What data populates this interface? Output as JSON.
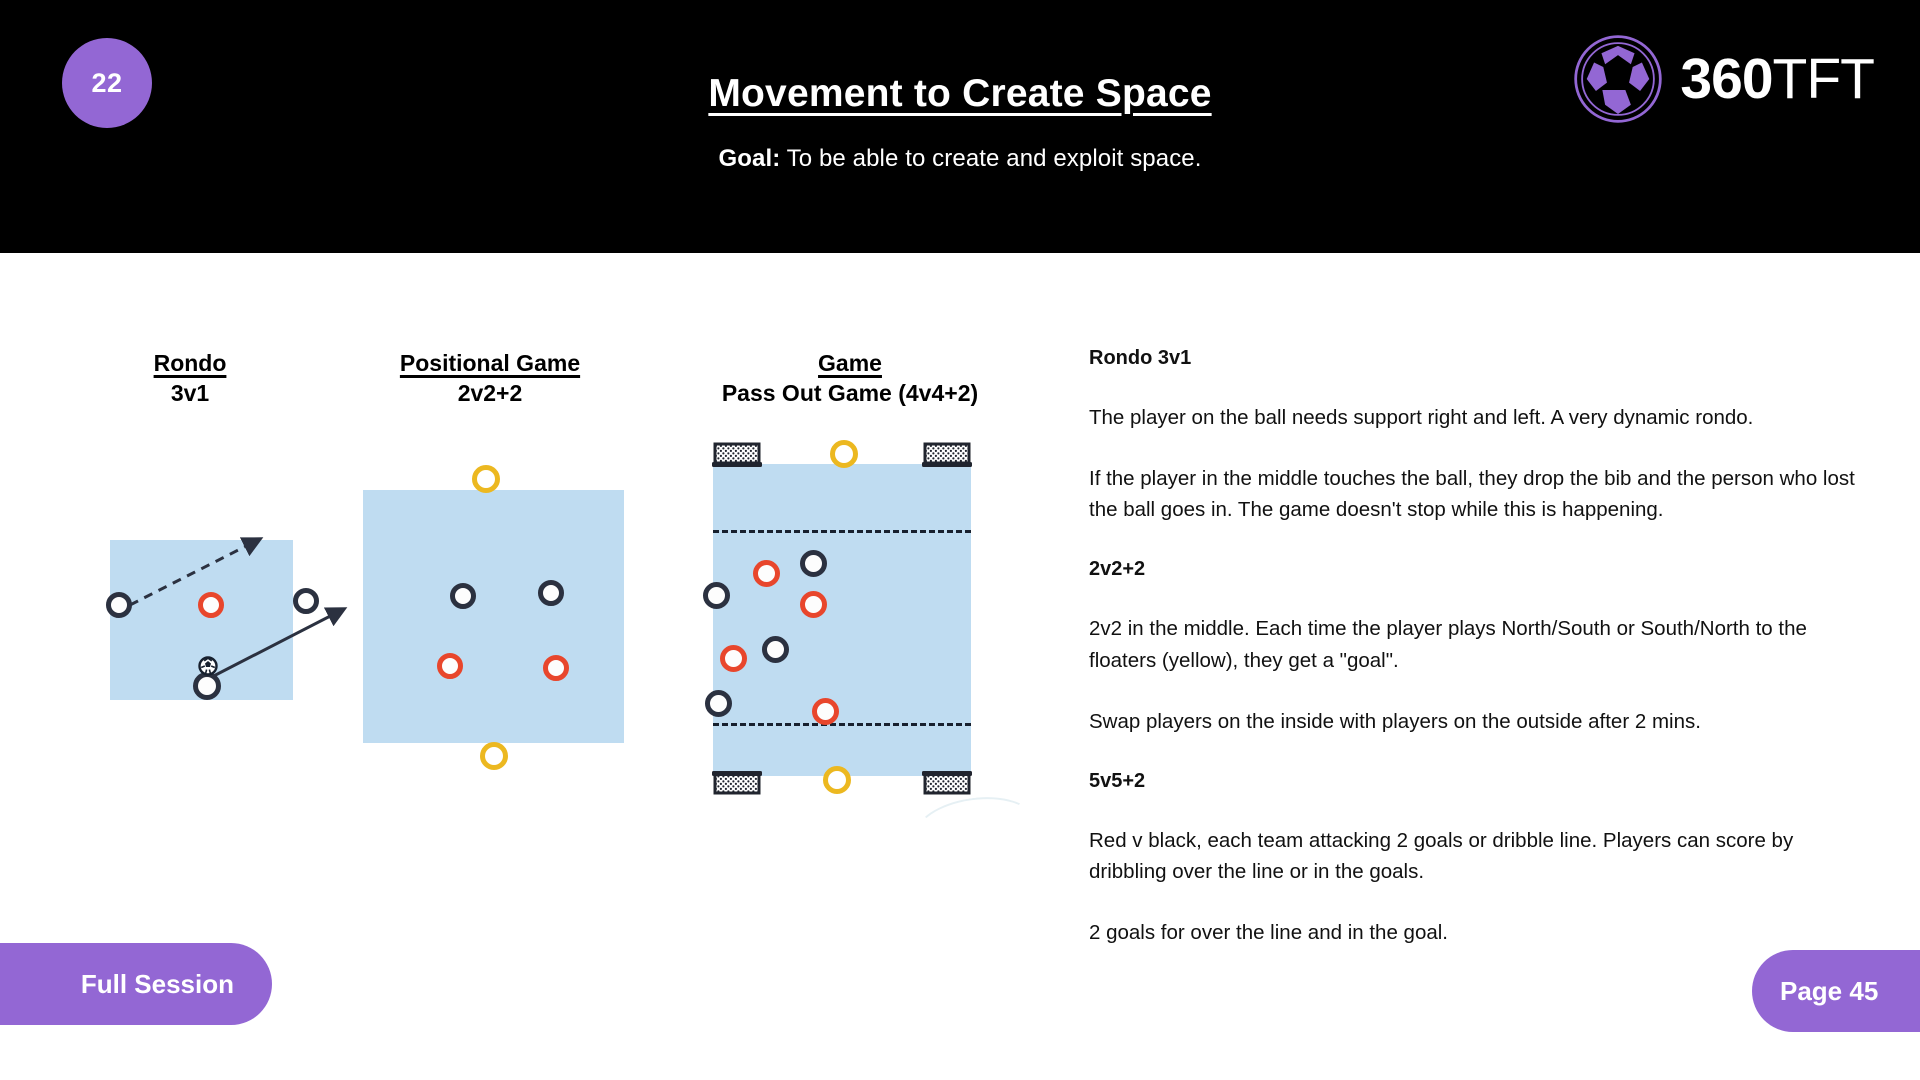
{
  "header": {
    "badge_number": "22",
    "title": "Movement to Create Space",
    "goal_label": "Goal:",
    "goal_text": "To be able to create and exploit space.",
    "logo_brand_bold": "360",
    "logo_brand_light": "TFT",
    "background_color": "#000000",
    "accent_color": "#9367d4"
  },
  "diagrams": [
    {
      "title_line1": "Rondo ",
      "title_line2": "3v1",
      "markers": {
        "black": 3,
        "red": 1,
        "yellow": 0,
        "ball": 1
      },
      "arrows": 2
    },
    {
      "title_line1": "Positional Game",
      "title_line2": "2v2+2",
      "markers": {
        "black": 2,
        "red": 2,
        "yellow": 2,
        "ball": 0
      },
      "arrows": 0
    },
    {
      "title_line1": "Game",
      "title_line2": "Pass Out Game (4v4+2)",
      "markers": {
        "black": 4,
        "red": 4,
        "yellow": 2,
        "ball": 0
      },
      "goals": 4,
      "dashed_lines": 2,
      "arrows": 0
    }
  ],
  "notes": [
    {
      "type": "heading",
      "text": "Rondo 3v1"
    },
    {
      "type": "paragraph",
      "text": "The player on the ball needs support right and left. A very dynamic rondo."
    },
    {
      "type": "paragraph",
      "text": "If the player in the middle touches the ball, they drop the bib and the person who lost the ball goes in. The game doesn't stop while this is happening."
    },
    {
      "type": "heading",
      "text": "2v2+2"
    },
    {
      "type": "paragraph",
      "text": "2v2 in the middle. Each time the player plays North/South or South/North to the floaters (yellow), they get a \"goal\"."
    },
    {
      "type": "paragraph",
      "text": "Swap players on the inside with players on the outside after 2 mins."
    },
    {
      "type": "heading",
      "text": "5v5+2"
    },
    {
      "type": "paragraph",
      "text": "Red v black, each team attacking 2 goals or dribble line. Players can score by dribbling over the line or in the goals."
    },
    {
      "type": "paragraph",
      "text": "2 goals for over the line and in the goal."
    }
  ],
  "footer": {
    "left_pill_label": "Full Session",
    "right_pill_label": "Page 45"
  },
  "colors": {
    "pitch": "#bfdcf1",
    "black_player": "#2b3140",
    "red_player": "#e8462c",
    "yellow_player": "#ecb820",
    "purple": "#9367d4"
  }
}
